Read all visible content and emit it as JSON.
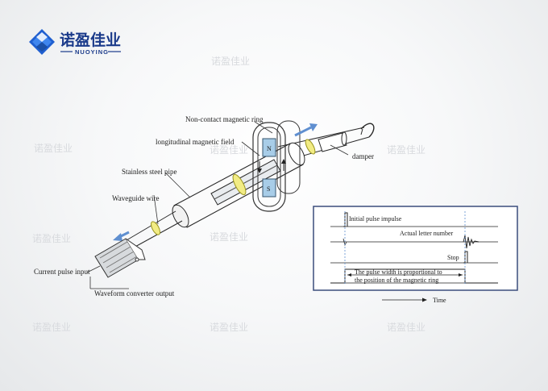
{
  "logo": {
    "cn": "诺盈佳业",
    "en": "NUOYING"
  },
  "watermark": "诺盈佳业",
  "labels": {
    "ring": "Non-contact magnetic ring",
    "field": "longitudinal magnetic field",
    "damper": "damper",
    "pipe": "Stainless steel pipe",
    "wire": "Waveguide wire",
    "current": "Current pulse input",
    "converter": "Waveform converter output"
  },
  "timing": {
    "initial": "Initial pulse impulse",
    "actual": "Actual letter number",
    "stop": "Stop",
    "width_line1": "The pulse width is proportional to",
    "width_line2": "the position of the magnetic ring",
    "time": "Time"
  },
  "colors": {
    "brand": "#1a3a8a",
    "ring": "#f2ec84",
    "magnet": "#a8cde8",
    "arrow": "#5f8fd0",
    "panel_border": "#3b4d7c"
  }
}
